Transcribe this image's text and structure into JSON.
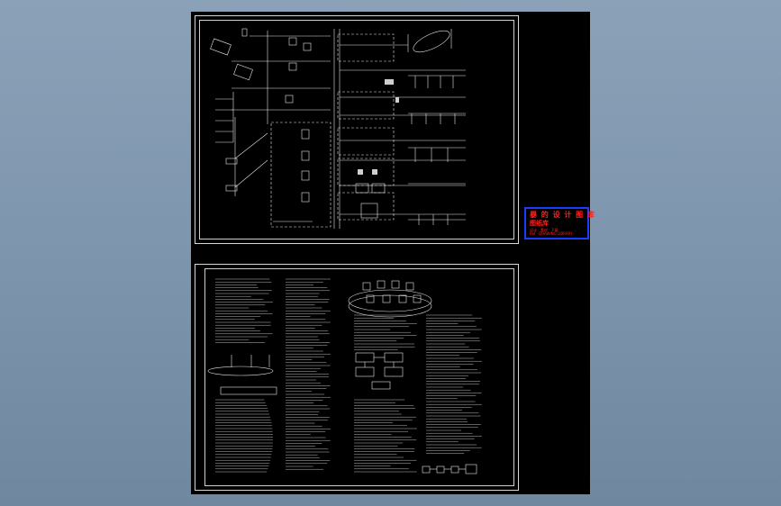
{
  "viewer": {
    "background": "#7f97ae",
    "canvas_color": "#000000"
  },
  "stamp": {
    "line1": "暴 的 设 计 图 库",
    "line2": "图纸库",
    "line3": "设计 · 素材 · 下载",
    "line4": "Ref · DRAWING LIBRARY",
    "border_color": "#1a3cff",
    "text_color": "#ff2020"
  },
  "sheets": [
    {
      "id": "system-diagram",
      "type": "drawing"
    },
    {
      "id": "design-notes",
      "type": "document"
    }
  ]
}
